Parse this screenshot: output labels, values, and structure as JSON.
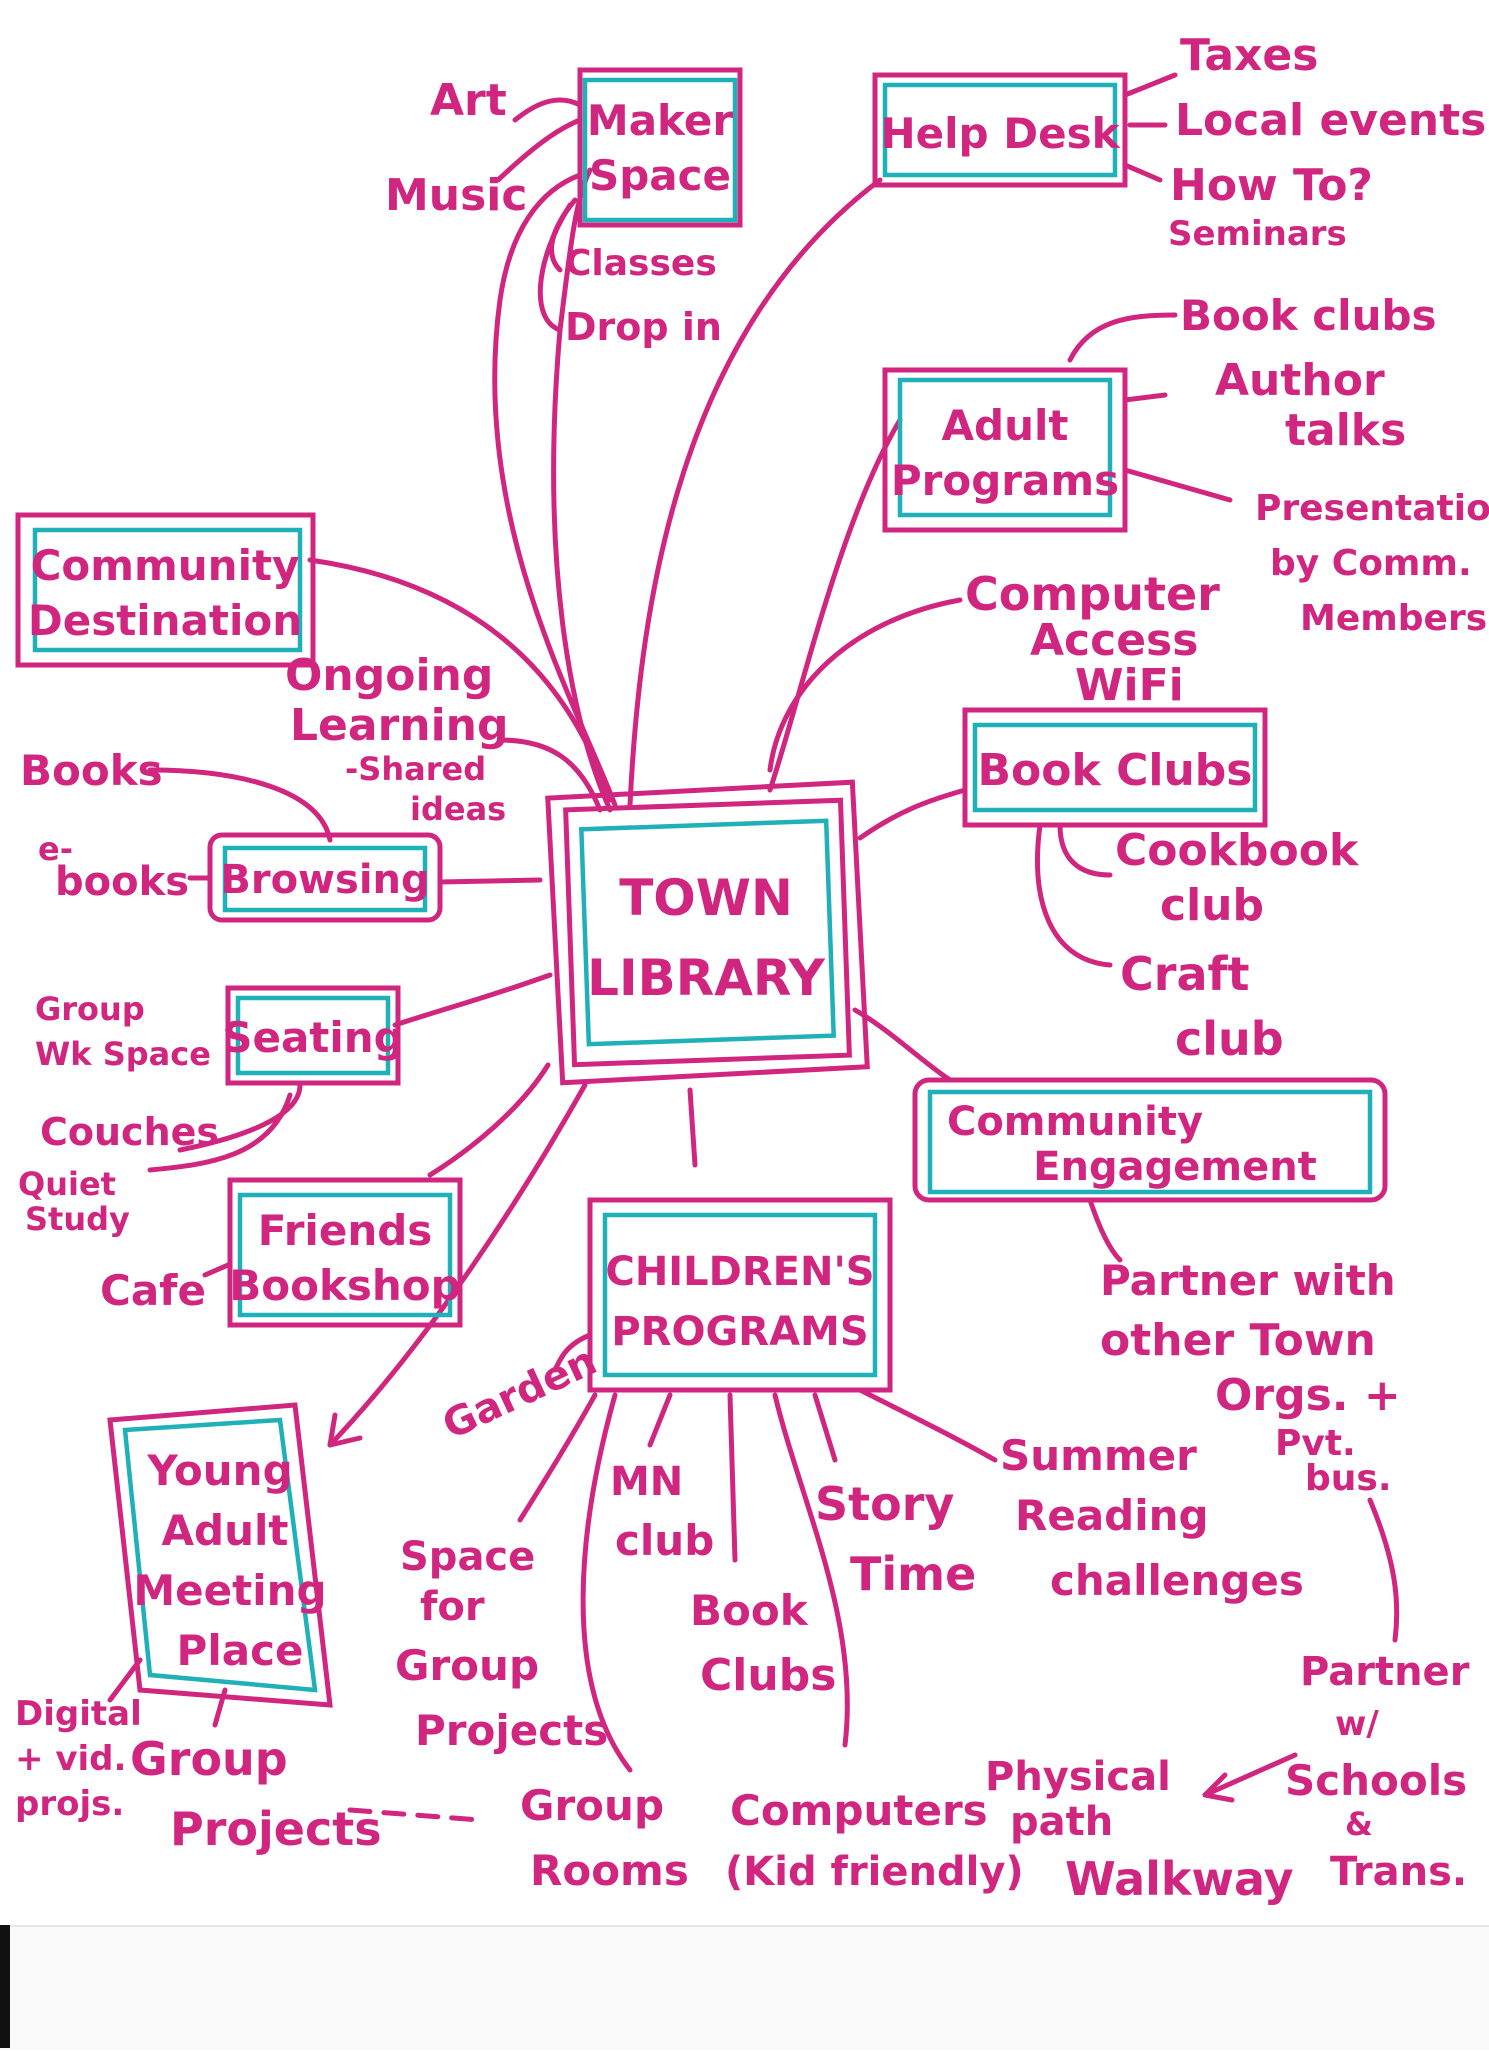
{
  "colors": {
    "ink": "#d1267f",
    "box_inner": "#1fb0b8",
    "paper": "#ffffff"
  },
  "center": {
    "line1": "TOWN",
    "line2": "LIBRARY"
  },
  "maker_space": {
    "title1": "Maker",
    "title2": "Space",
    "art": "Art",
    "music": "Music",
    "classes": "Classes",
    "dropin": "Drop in"
  },
  "help_desk": {
    "title": "Help Desk",
    "taxes": "Taxes",
    "local_events": "Local events",
    "how_to": "How To?",
    "seminars": "Seminars"
  },
  "adult_programs": {
    "title1": "Adult",
    "title2": "Programs",
    "book_clubs": "Book clubs",
    "author1": "Author",
    "author2": "talks",
    "pres1": "Presentations",
    "pres2": "by Comm.",
    "pres3": "Members"
  },
  "computer": {
    "line1": "Computer",
    "line2": "Access",
    "line3": "WiFi"
  },
  "community_destination": {
    "line1": "Community",
    "line2": "Destination"
  },
  "learning": {
    "line1": "Ongoing",
    "line2": "Learning",
    "line3": "-Shared",
    "line4": "ideas"
  },
  "browsing": {
    "title": "Browsing",
    "books": "Books",
    "ebooks1": "e-",
    "ebooks2": "books"
  },
  "book_clubs_box": {
    "title": "Book Clubs",
    "cookbook1": "Cookbook",
    "cookbook2": "club",
    "craft1": "Craft",
    "craft2": "club"
  },
  "seating": {
    "title": "Seating",
    "group1": "Group",
    "group2": "Wk Space",
    "couches": "Couches",
    "quiet1": "Quiet",
    "quiet2": "Study"
  },
  "community_engagement": {
    "line1": "Community",
    "line2": "Engagement",
    "p1": "Partner with",
    "p2": "other Town",
    "p3": "Orgs. +",
    "p4": "Pvt.",
    "p5": "bus."
  },
  "friends": {
    "line1": "Friends",
    "line2": "Bookshop",
    "cafe": "Cafe"
  },
  "children": {
    "line1": "CHILDREN'S",
    "line2": "PROGRAMS",
    "garden": "Garden",
    "space1": "Space",
    "space2": "for",
    "space3": "Group",
    "space4": "Projects",
    "mn1": "MN",
    "mn2": "club",
    "bc1": "Book",
    "bc2": "Clubs",
    "story1": "Story",
    "story2": "Time",
    "summer1": "Summer",
    "summer2": "Reading",
    "summer3": "challenges",
    "rooms1": "Group",
    "rooms2": "Rooms",
    "comp1": "Computers",
    "comp2": "(Kid friendly)"
  },
  "young_adult": {
    "line1": "Young",
    "line2": "Adult",
    "line3": "Meeting",
    "line4": "Place",
    "digital1": "Digital",
    "digital2": "+ vid.",
    "digital3": "projs.",
    "gp1": "Group",
    "gp2": "Projects"
  },
  "path": {
    "line1": "Physical",
    "line2": "path",
    "line3": "Walkway"
  },
  "schools": {
    "line1": "Partner",
    "line2": "w/",
    "line3": "Schools",
    "line4": "&",
    "line5": "Trans."
  }
}
